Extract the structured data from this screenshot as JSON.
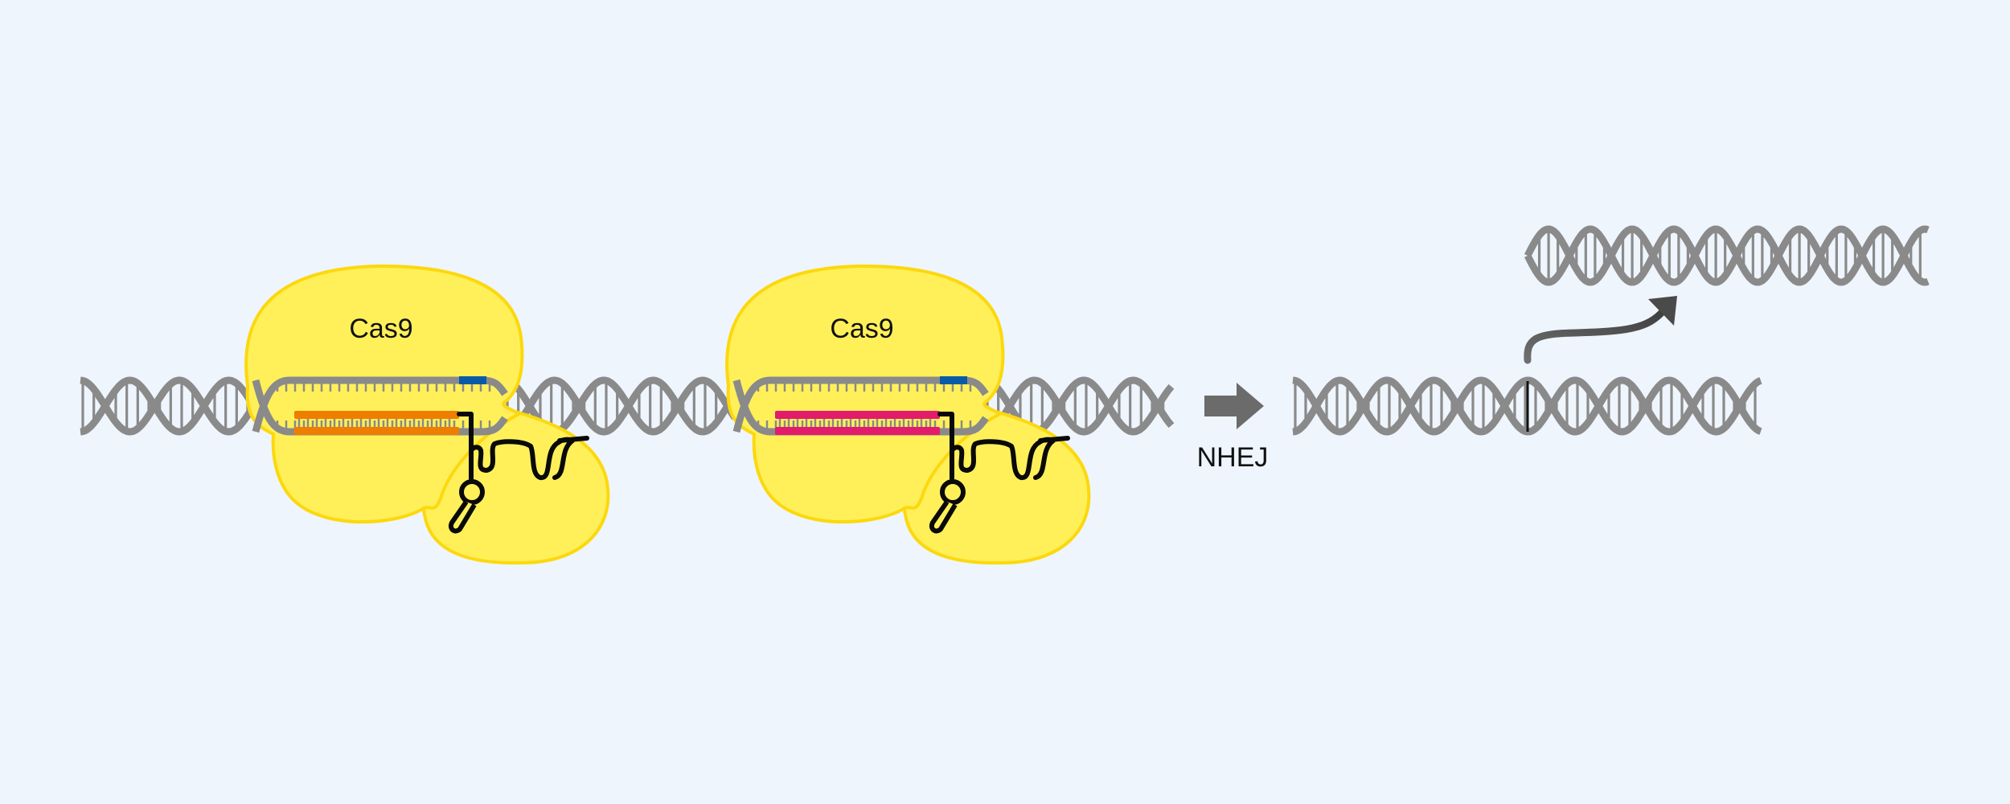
{
  "diagram": {
    "title": "Cas9 paired guide RNA excision with NHEJ repair",
    "background_color": "#EEF5FD",
    "complexes": [
      {
        "protein_label": "Cas9",
        "guide_color": "#EF7D00",
        "guide_name": "sgRNA 1 spacer",
        "pam_color": "#0A5BA6"
      },
      {
        "protein_label": "Cas9",
        "guide_color": "#E31B6D",
        "guide_name": "sgRNA 2 spacer",
        "pam_color": "#0A5BA6"
      }
    ],
    "process_arrow": {
      "label": "NHEJ",
      "icon": "right-arrow"
    },
    "result": {
      "repaired_dna": "rejoined DNA with junction mark",
      "excised_fragment": "excised DNA fragment",
      "excision_arrow_icon": "curved-arrow"
    },
    "colors": {
      "protein_fill": "#FFF05A",
      "protein_stroke": "#FCD80D",
      "dna": "#8A8A8A",
      "rna": "#0A0A0A",
      "arrow": "#6B6B6B"
    }
  }
}
